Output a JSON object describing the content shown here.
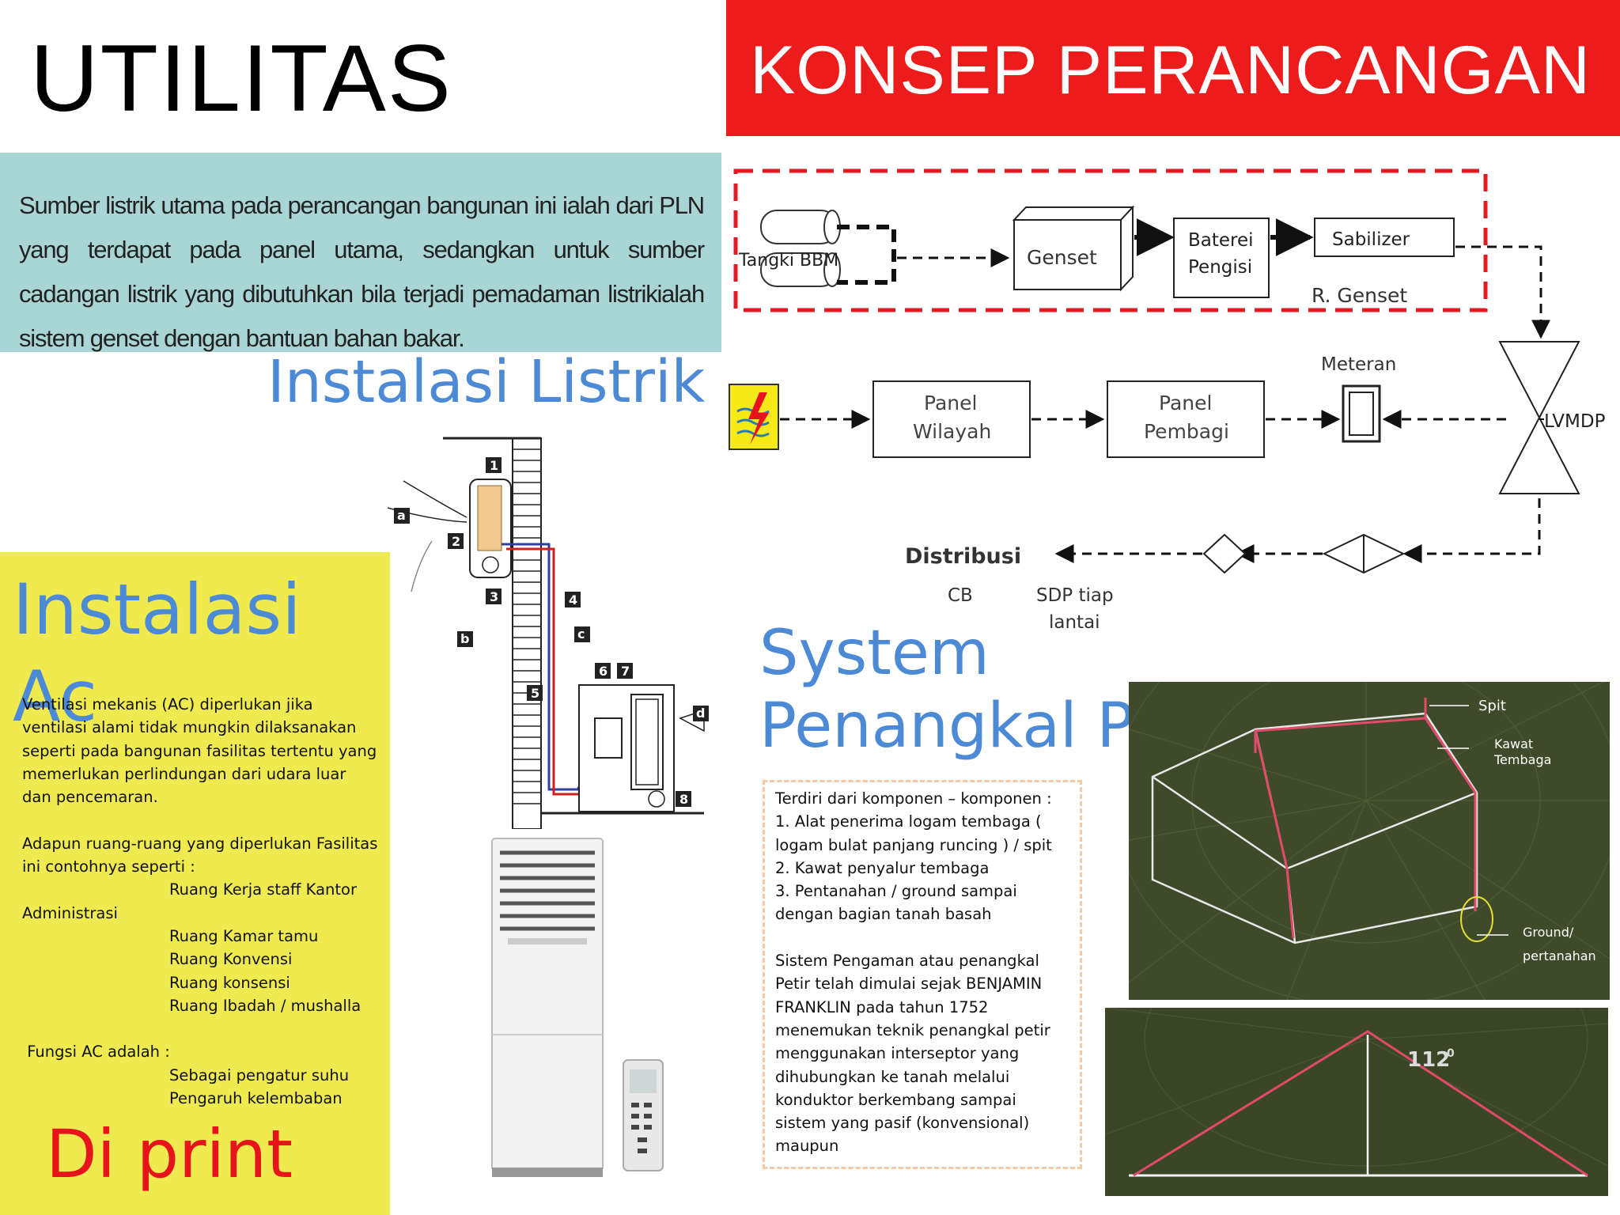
{
  "header": {
    "title": "UTILITAS",
    "banner": "KONSEP PERANCANGAN"
  },
  "intro": "Sumber listrik utama pada perancangan bangunan ini ialah dari PLN yang terdapat pada panel utama, sedangkan untuk sumber cadangan listrik yang dibutuhkan bila terjadi pemadaman listrikialah sistem genset dengan bantuan bahan bakar.",
  "listrik": {
    "heading": "Instalasi Listrik",
    "labels": {
      "tangki": "Tangki BBM",
      "genset": "Genset",
      "baterei_1": "Baterei",
      "baterei_2": "Pengisi",
      "sabilizer": "Sabilizer",
      "r_genset": "R. Genset",
      "meteran": "Meteran",
      "lvmdp": "LVMDP",
      "panel_wilayah_1": "Panel",
      "panel_wilayah_2": "Wilayah",
      "panel_pembagi_1": "Panel",
      "panel_pembagi_2": "Pembagi",
      "distribusi": "Distribusi",
      "cb": "CB",
      "sdp_1": "SDP tiap",
      "sdp_2": "lantai"
    }
  },
  "ac": {
    "heading_1": "Instalasi",
    "heading_2": "Ac",
    "text": "Ventilasi mekanis (AC) diperlukan jika\nventilasi alami tidak mungkin dilaksanakan\nseperti pada bangunan fasilitas tertentu yang\nmemerlukan perlindungan dari udara luar\ndan pencemaran.\n\nAdapun ruang-ruang yang diperlukan Fasilitas\nini contohnya seperti :\n                              Ruang Kerja staff Kantor\nAdministrasi\n                              Ruang Kamar tamu\n                              Ruang Konvensi\n                              Ruang konsensi\n                              Ruang Ibadah / mushalla\n\n Fungsi AC adalah :\n                              Sebagai pengatur suhu\n                              Pengaruh kelembaban",
    "diagram_numbers": [
      "1",
      "2",
      "3",
      "4",
      "5",
      "6",
      "7",
      "8"
    ],
    "diagram_letters": [
      "a",
      "b",
      "c",
      "d"
    ],
    "print_note": "Di print"
  },
  "petir": {
    "heading_1": "System",
    "heading_2": "Penangkal Petir",
    "text": "Terdiri dari komponen – komponen :\n1. Alat penerima logam tembaga (\nlogam bulat panjang runcing ) / spit\n2. Kawat penyalur tembaga\n3. Pentanahan / ground sampai\ndengan bagian tanah basah\n\nSistem Pengaman atau penangkal\nPetir telah dimulai sejak BENJAMIN\nFRANKLIN pada tahun 1752\nmenemukan teknik penangkal petir\nmenggunakan interseptor yang\ndihubungkan ke tanah melalui\nkonduktor berkembang sampai\nsistem yang pasif (konvensional)\nmaupun",
    "photo_labels": {
      "spit": "Spit",
      "kawat_1": "Kawat",
      "kawat_2": "Tembaga",
      "ground_1": "Ground/",
      "ground_2": "pertanahan",
      "angle": "112",
      "angle_sup": "0"
    }
  },
  "colors": {
    "banner": "#ed1c1c",
    "intro_bg": "#a9d5d4",
    "ac_bg": "#eeea4f",
    "heading": "#4d8ad6",
    "print_note": "#e8141c"
  }
}
